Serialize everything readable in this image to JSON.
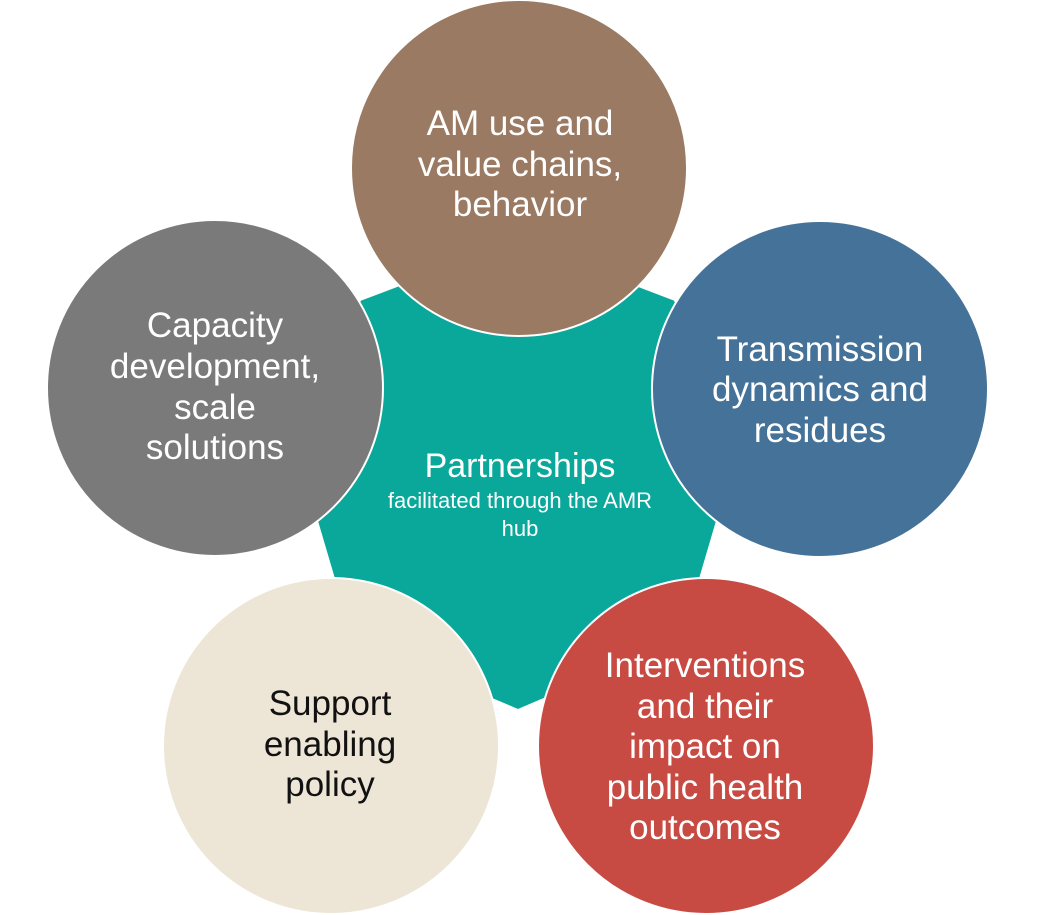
{
  "center": {
    "title": "Partnerships",
    "subtitle": "facilitated through the AMR hub",
    "color": "#0aa89a"
  },
  "nodes": [
    {
      "id": "top",
      "lines": [
        "AM use and",
        "value chains,",
        "behavior"
      ],
      "color": "#9a7a62",
      "text_color": "#ffffff"
    },
    {
      "id": "right",
      "lines": [
        "Transmission",
        "dynamics and",
        "residues"
      ],
      "color": "#447299",
      "text_color": "#ffffff"
    },
    {
      "id": "bottom-right",
      "lines": [
        "Interventions",
        "and their",
        "impact on",
        "public health",
        "outcomes"
      ],
      "color": "#c84b43",
      "text_color": "#ffffff"
    },
    {
      "id": "bottom-left",
      "lines": [
        "Support",
        "enabling",
        "policy"
      ],
      "color": "#ede5d6",
      "text_color": "#111111"
    },
    {
      "id": "left",
      "lines": [
        "Capacity",
        "development,",
        "scale",
        "solutions"
      ],
      "color": "#7a7a7a",
      "text_color": "#ffffff"
    }
  ]
}
